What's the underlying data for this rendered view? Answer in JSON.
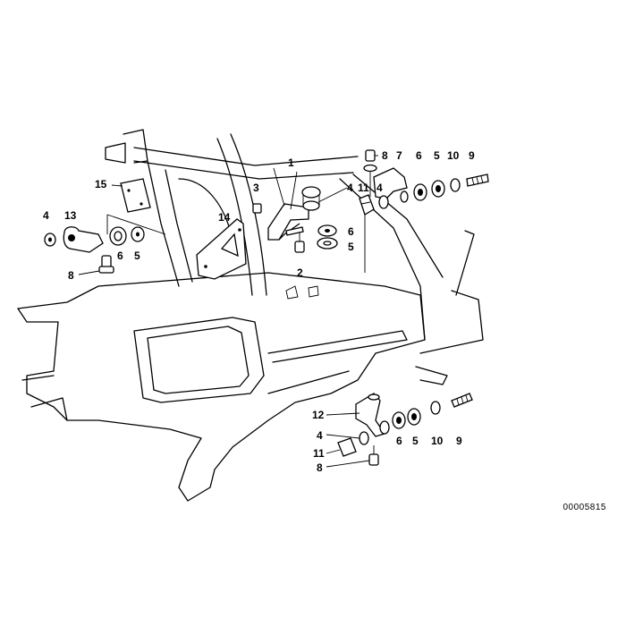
{
  "doc_id": "00005815",
  "callouts": {
    "c1": "1",
    "c2": "2",
    "c3": "3",
    "c4a": "4",
    "c4b": "4",
    "c4c": "4",
    "c4d": "4",
    "c5a": "5",
    "c5b": "5",
    "c5c": "5",
    "c5d": "5",
    "c6a": "6",
    "c6b": "6",
    "c6c": "6",
    "c6d": "6",
    "c7": "7",
    "c8a": "8",
    "c8b": "8",
    "c8c": "8",
    "c9a": "9",
    "c9b": "9",
    "c10a": "10",
    "c10b": "10",
    "c11a": "11",
    "c11b": "11",
    "c12": "12",
    "c13": "13",
    "c14": "14",
    "c15": "15"
  }
}
